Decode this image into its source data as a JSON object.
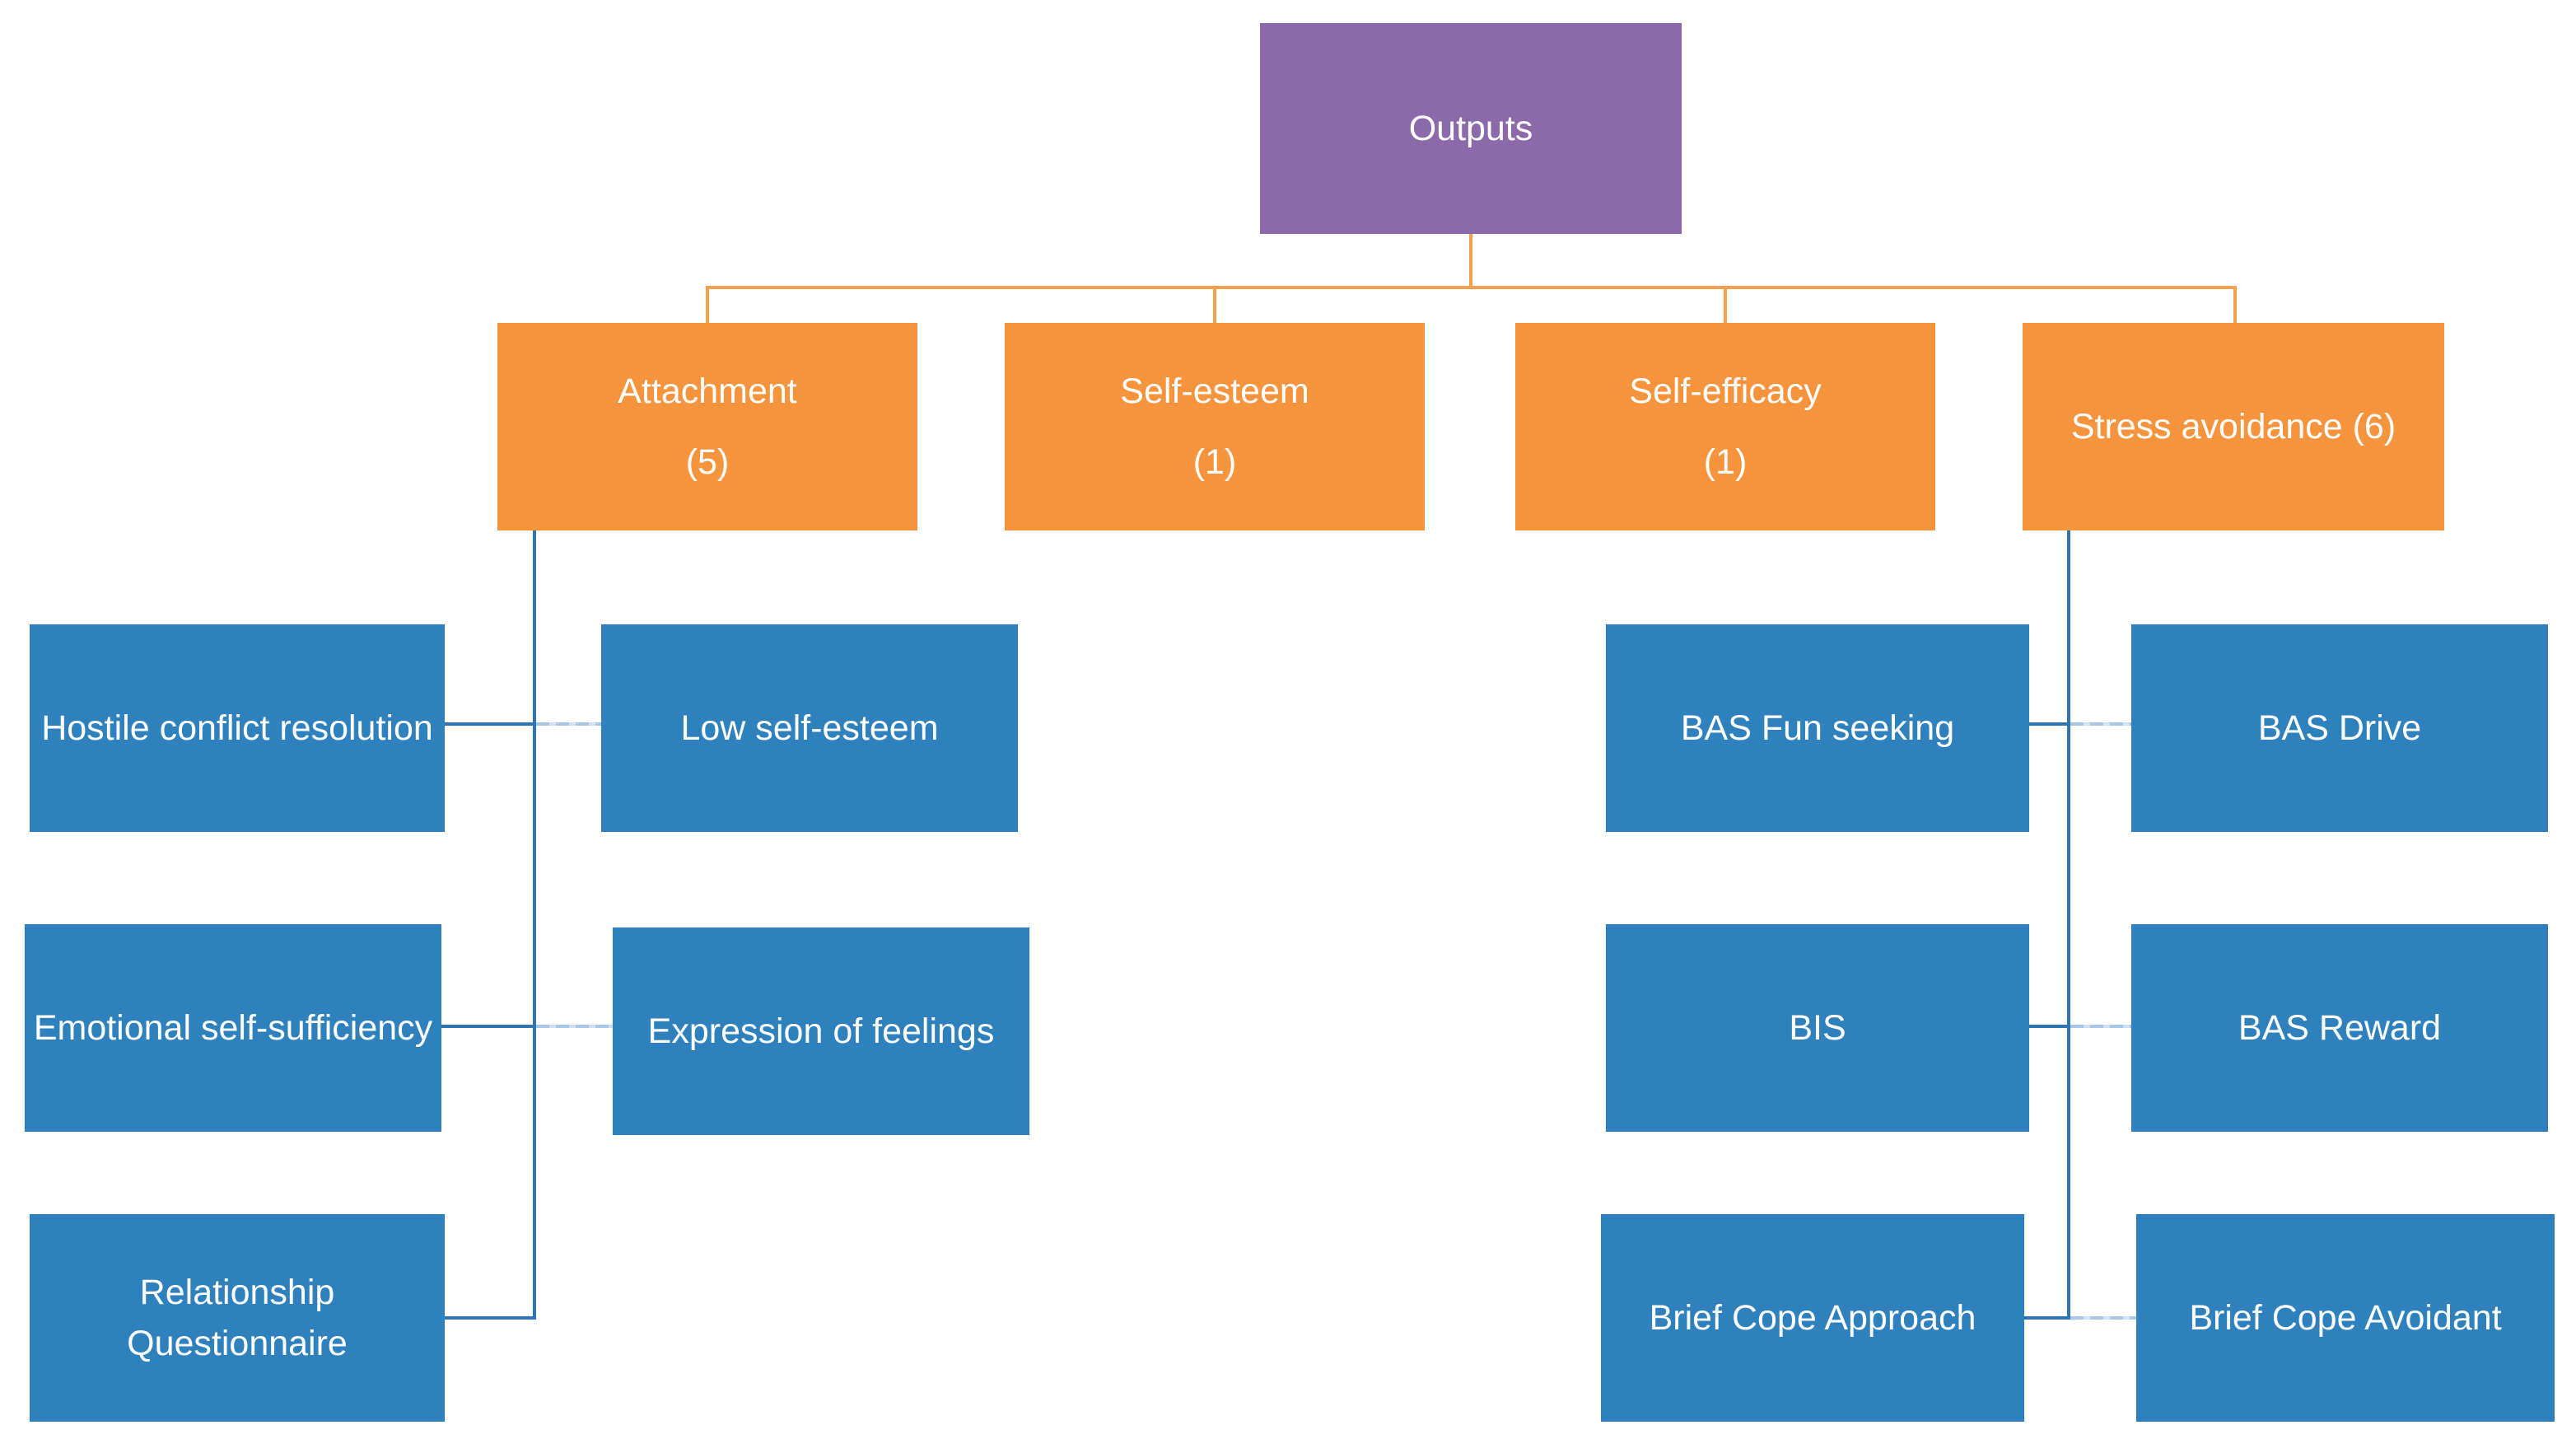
{
  "diagram": {
    "root": {
      "label": "Outputs"
    },
    "level1": [
      {
        "title": "Attachment",
        "count": "(5)"
      },
      {
        "title": "Self-esteem",
        "count": "(1)"
      },
      {
        "title": "Self-efficacy",
        "count": "(1)"
      },
      {
        "title": "Stress avoidance (6)",
        "count": ""
      }
    ],
    "attachment_children": [
      {
        "label": "Hostile conflict resolution"
      },
      {
        "label": "Low self-esteem"
      },
      {
        "label": "Emotional self-sufficiency"
      },
      {
        "label": "Expression of feelings"
      },
      {
        "label": "Relationship Questionnaire"
      }
    ],
    "stress_avoidance_children": [
      {
        "label": "BAS Fun seeking"
      },
      {
        "label": "BAS Drive"
      },
      {
        "label": "BIS"
      },
      {
        "label": "BAS Reward"
      },
      {
        "label": "Brief Cope Approach"
      },
      {
        "label": "Brief Cope Avoidant"
      }
    ],
    "colors": {
      "root_fill": "#8C69AA",
      "category_fill": "#F6943E",
      "child_fill": "#2E81BD",
      "connector_orange": "#F5A04C",
      "connector_blue": "#2E75B6",
      "connector_blue_light": "#A8C7E8",
      "text": "#FFFFFF"
    }
  }
}
